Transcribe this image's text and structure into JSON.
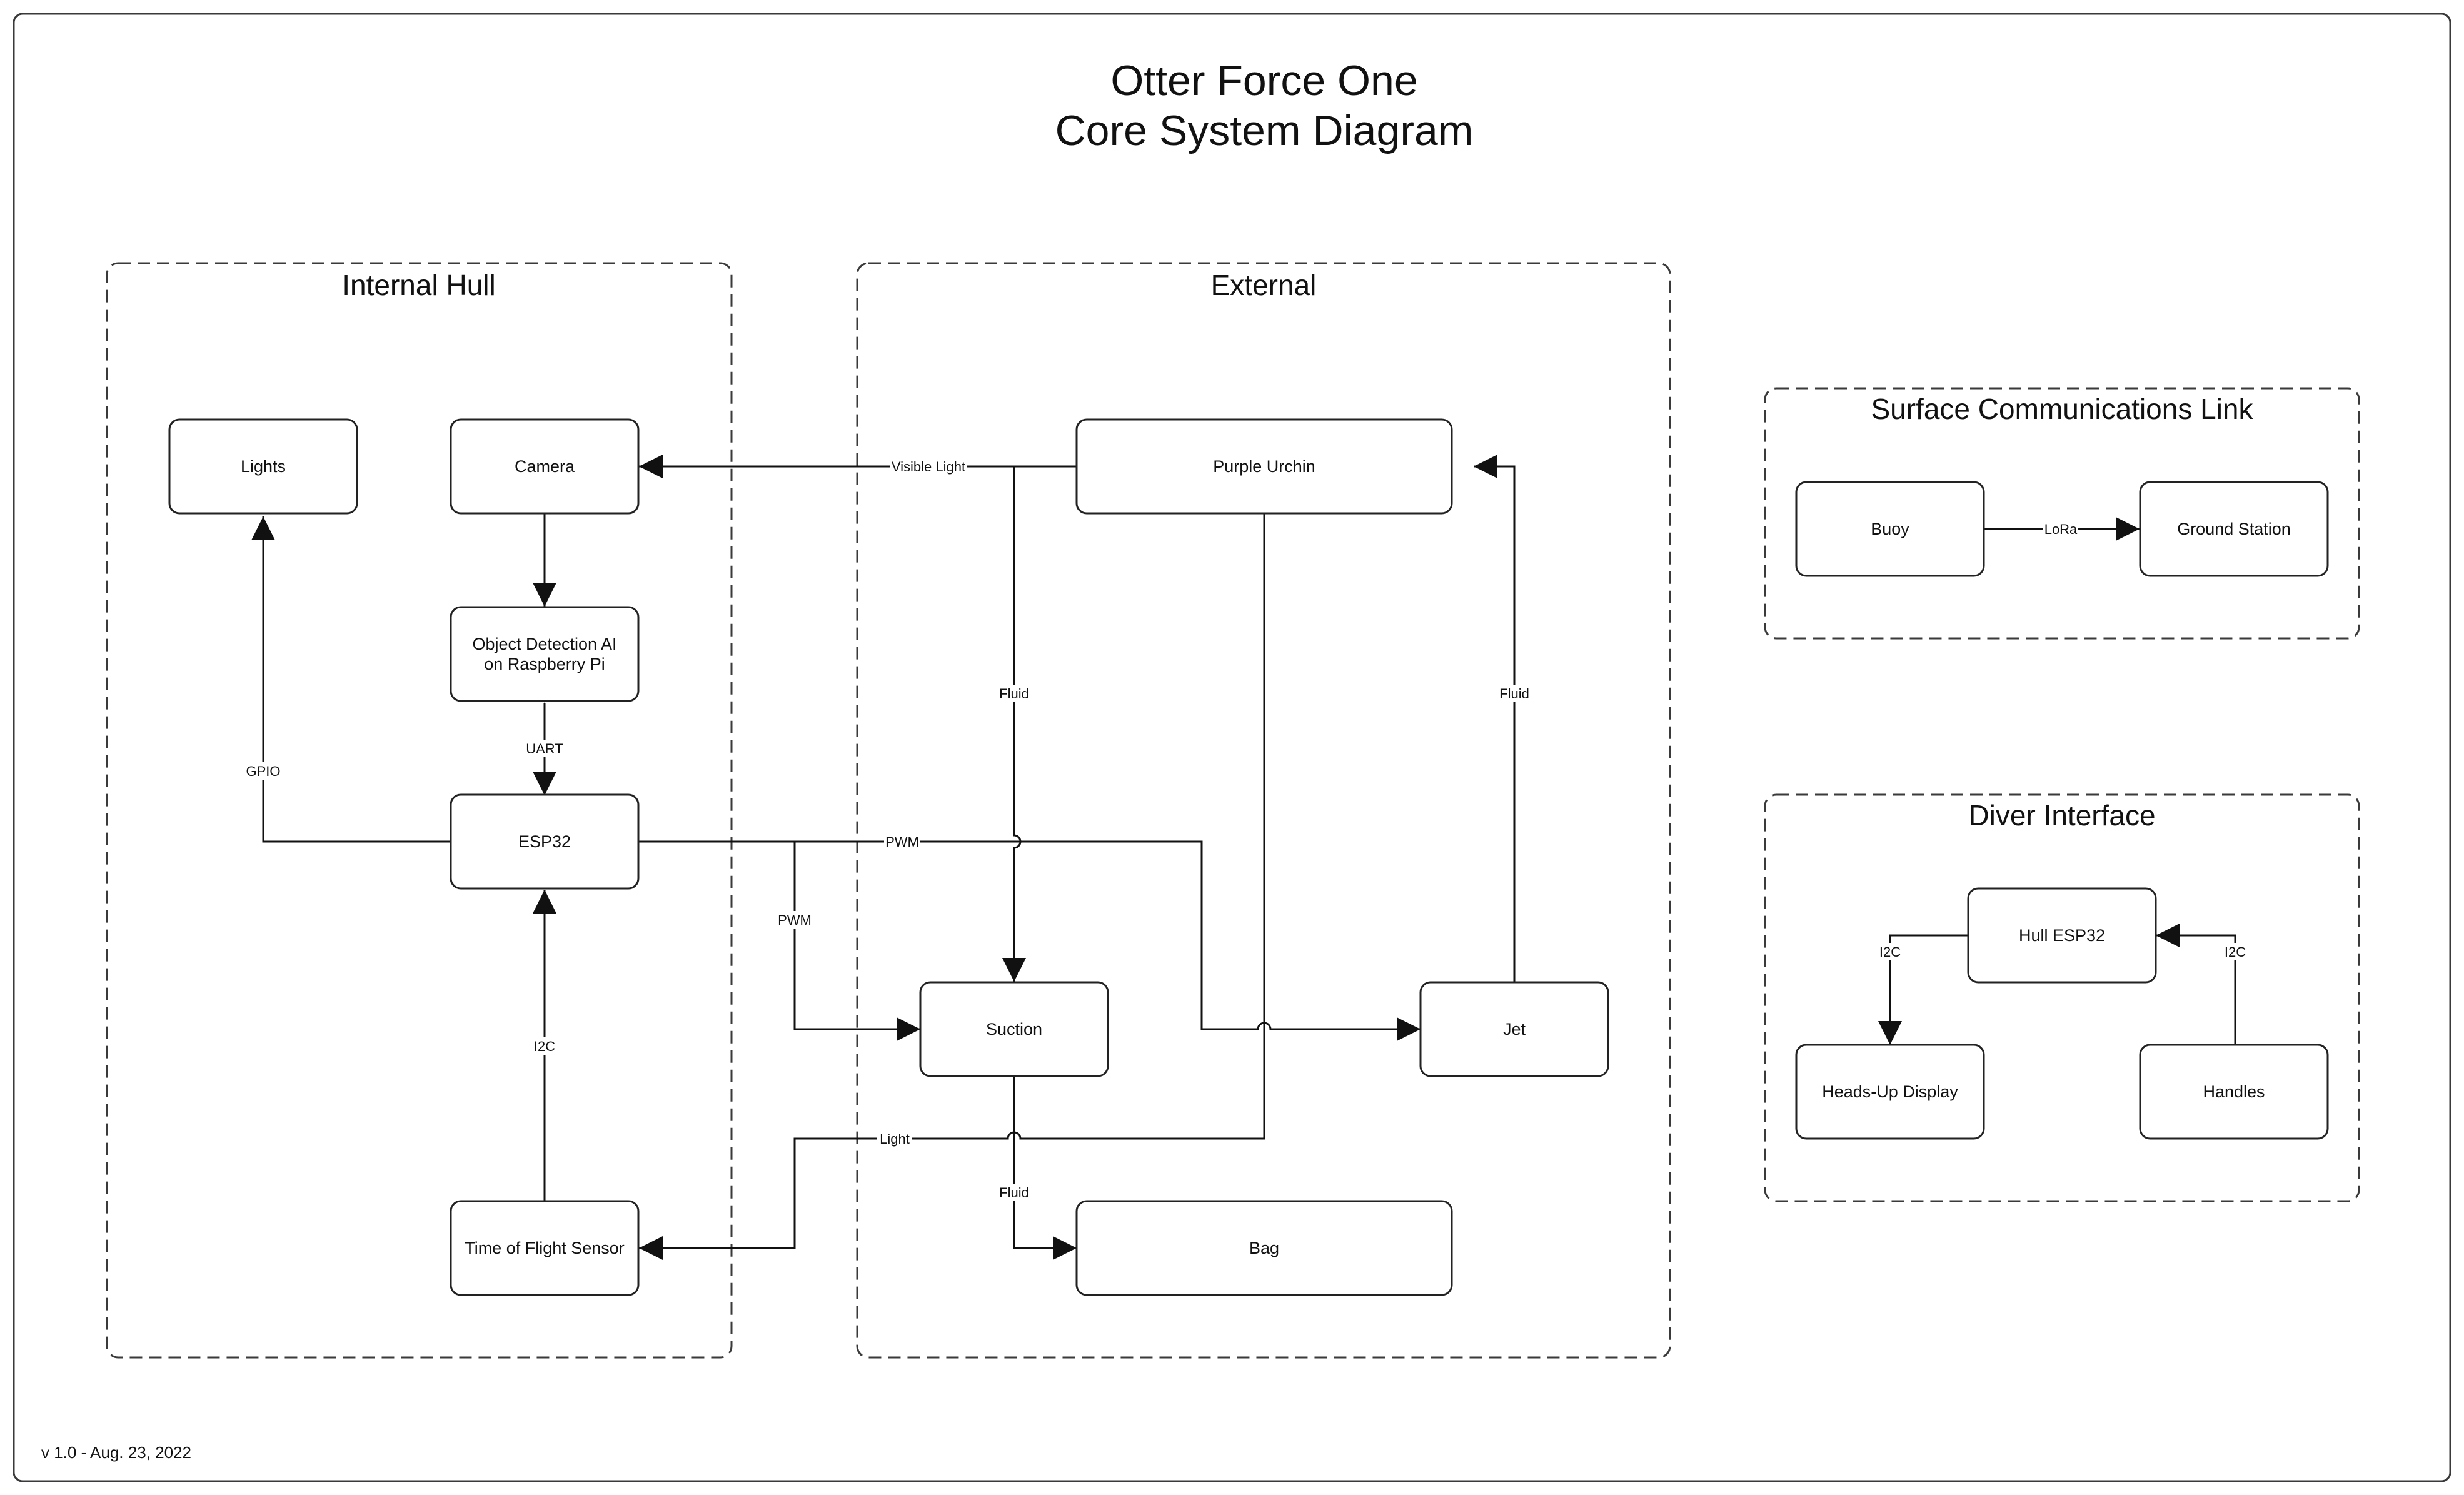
{
  "title_line1": "Otter Force One",
  "title_line2": "Core System Diagram",
  "version": "v 1.0 - Aug. 23, 2022",
  "groups": {
    "internal_hull": "Internal Hull",
    "external": "External",
    "surface_link": "Surface Communications Link",
    "diver_interface": "Diver Interface"
  },
  "nodes": {
    "lights": "Lights",
    "camera": "Camera",
    "object_detection_l1": "Object Detection AI",
    "object_detection_l2": "on Raspberry Pi",
    "esp32": "ESP32",
    "tof_sensor": "Time of Flight Sensor",
    "purple_urchin": "Purple Urchin",
    "suction": "Suction",
    "jet": "Jet",
    "bag": "Bag",
    "buoy": "Buoy",
    "ground_station": "Ground Station",
    "hull_esp32": "Hull ESP32",
    "hud": "Heads-Up Display",
    "handles": "Handles"
  },
  "edges": {
    "gpio": "GPIO",
    "uart": "UART",
    "i2c_tof": "I2C",
    "visible_light": "Visible Light",
    "pwm_jet": "PWM",
    "pwm_suction": "PWM",
    "fluid_urchin_suction": "Fluid",
    "fluid_jet_urchin": "Fluid",
    "light": "Light",
    "fluid_suction_bag": "Fluid",
    "lora": "LoRa",
    "i2c_hud": "I2C",
    "i2c_handles": "I2C"
  }
}
